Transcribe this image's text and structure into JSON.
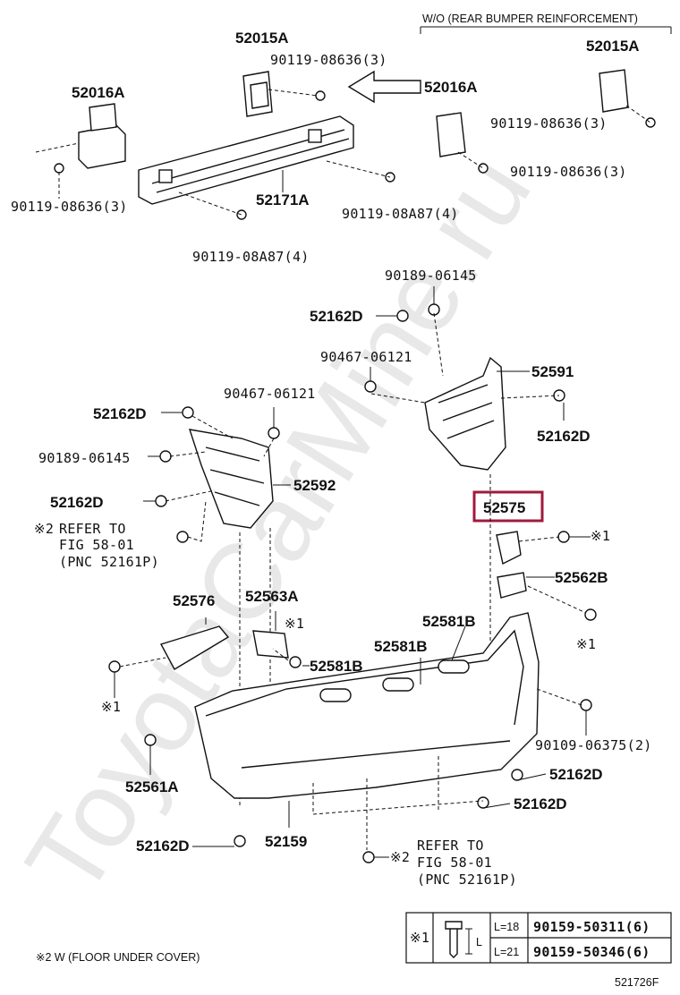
{
  "header_note": "W/O (REAR BUMPER REINFORCEMENT)",
  "watermark": "ToyotaCarMine.ru",
  "highlight_color": "#a01b3c",
  "labels": {
    "p52015A_l": "52015A",
    "p52015A_r": "52015A",
    "p52016A_l": "52016A",
    "p52016A_r": "52016A",
    "b08636_a": "90119-08636(3)",
    "b08636_b": "90119-08636(3)",
    "b08636_c": "90119-08636(3)",
    "b08636_d": "90119-08636(3)",
    "p52171A": "52171A",
    "b08A87_a": "90119-08A87(4)",
    "b08A87_b": "90119-08A87(4)",
    "c06145_a": "90189-06145",
    "c06145_b": "90189-06145",
    "p52162D_1": "52162D",
    "p52162D_2": "52162D",
    "p52162D_3": "52162D",
    "p52162D_4": "52162D",
    "p52162D_5": "52162D",
    "p52162D_6": "52162D",
    "p52162D_7": "52162D",
    "n06121_a": "90467-06121",
    "n06121_b": "90467-06121",
    "p52591": "52591",
    "p52592": "52592",
    "p52575": "52575",
    "p52562B": "52562B",
    "p52576": "52576",
    "p52563A": "52563A",
    "p52581B_1": "52581B",
    "p52581B_2": "52581B",
    "p52581B_3": "52581B",
    "s06375": "90109-06375(2)",
    "p52561A": "52561A",
    "p52159": "52159",
    "ref1_a": "REFER TO",
    "ref1_b": "FIG 58-01",
    "ref1_c": "(PNC 52161P)",
    "ref2_a": "REFER TO",
    "ref2_b": "FIG 58-01",
    "ref2_c": "(PNC 52161P)",
    "mark1_a": "※1",
    "mark1_b": "※1",
    "mark1_c": "※1",
    "mark1_d": "※1",
    "mark2_a": "※2",
    "mark2_b": "※2",
    "footnote": "※2  W (FLOOR UNDER COVER)",
    "figure_id": "521726F"
  },
  "bolt_table": {
    "mark": "※1",
    "dim_label": "L",
    "rows": [
      {
        "length": "L=18",
        "part": "90159-50311(6)"
      },
      {
        "length": "L=21",
        "part": "90159-50346(6)"
      }
    ]
  }
}
